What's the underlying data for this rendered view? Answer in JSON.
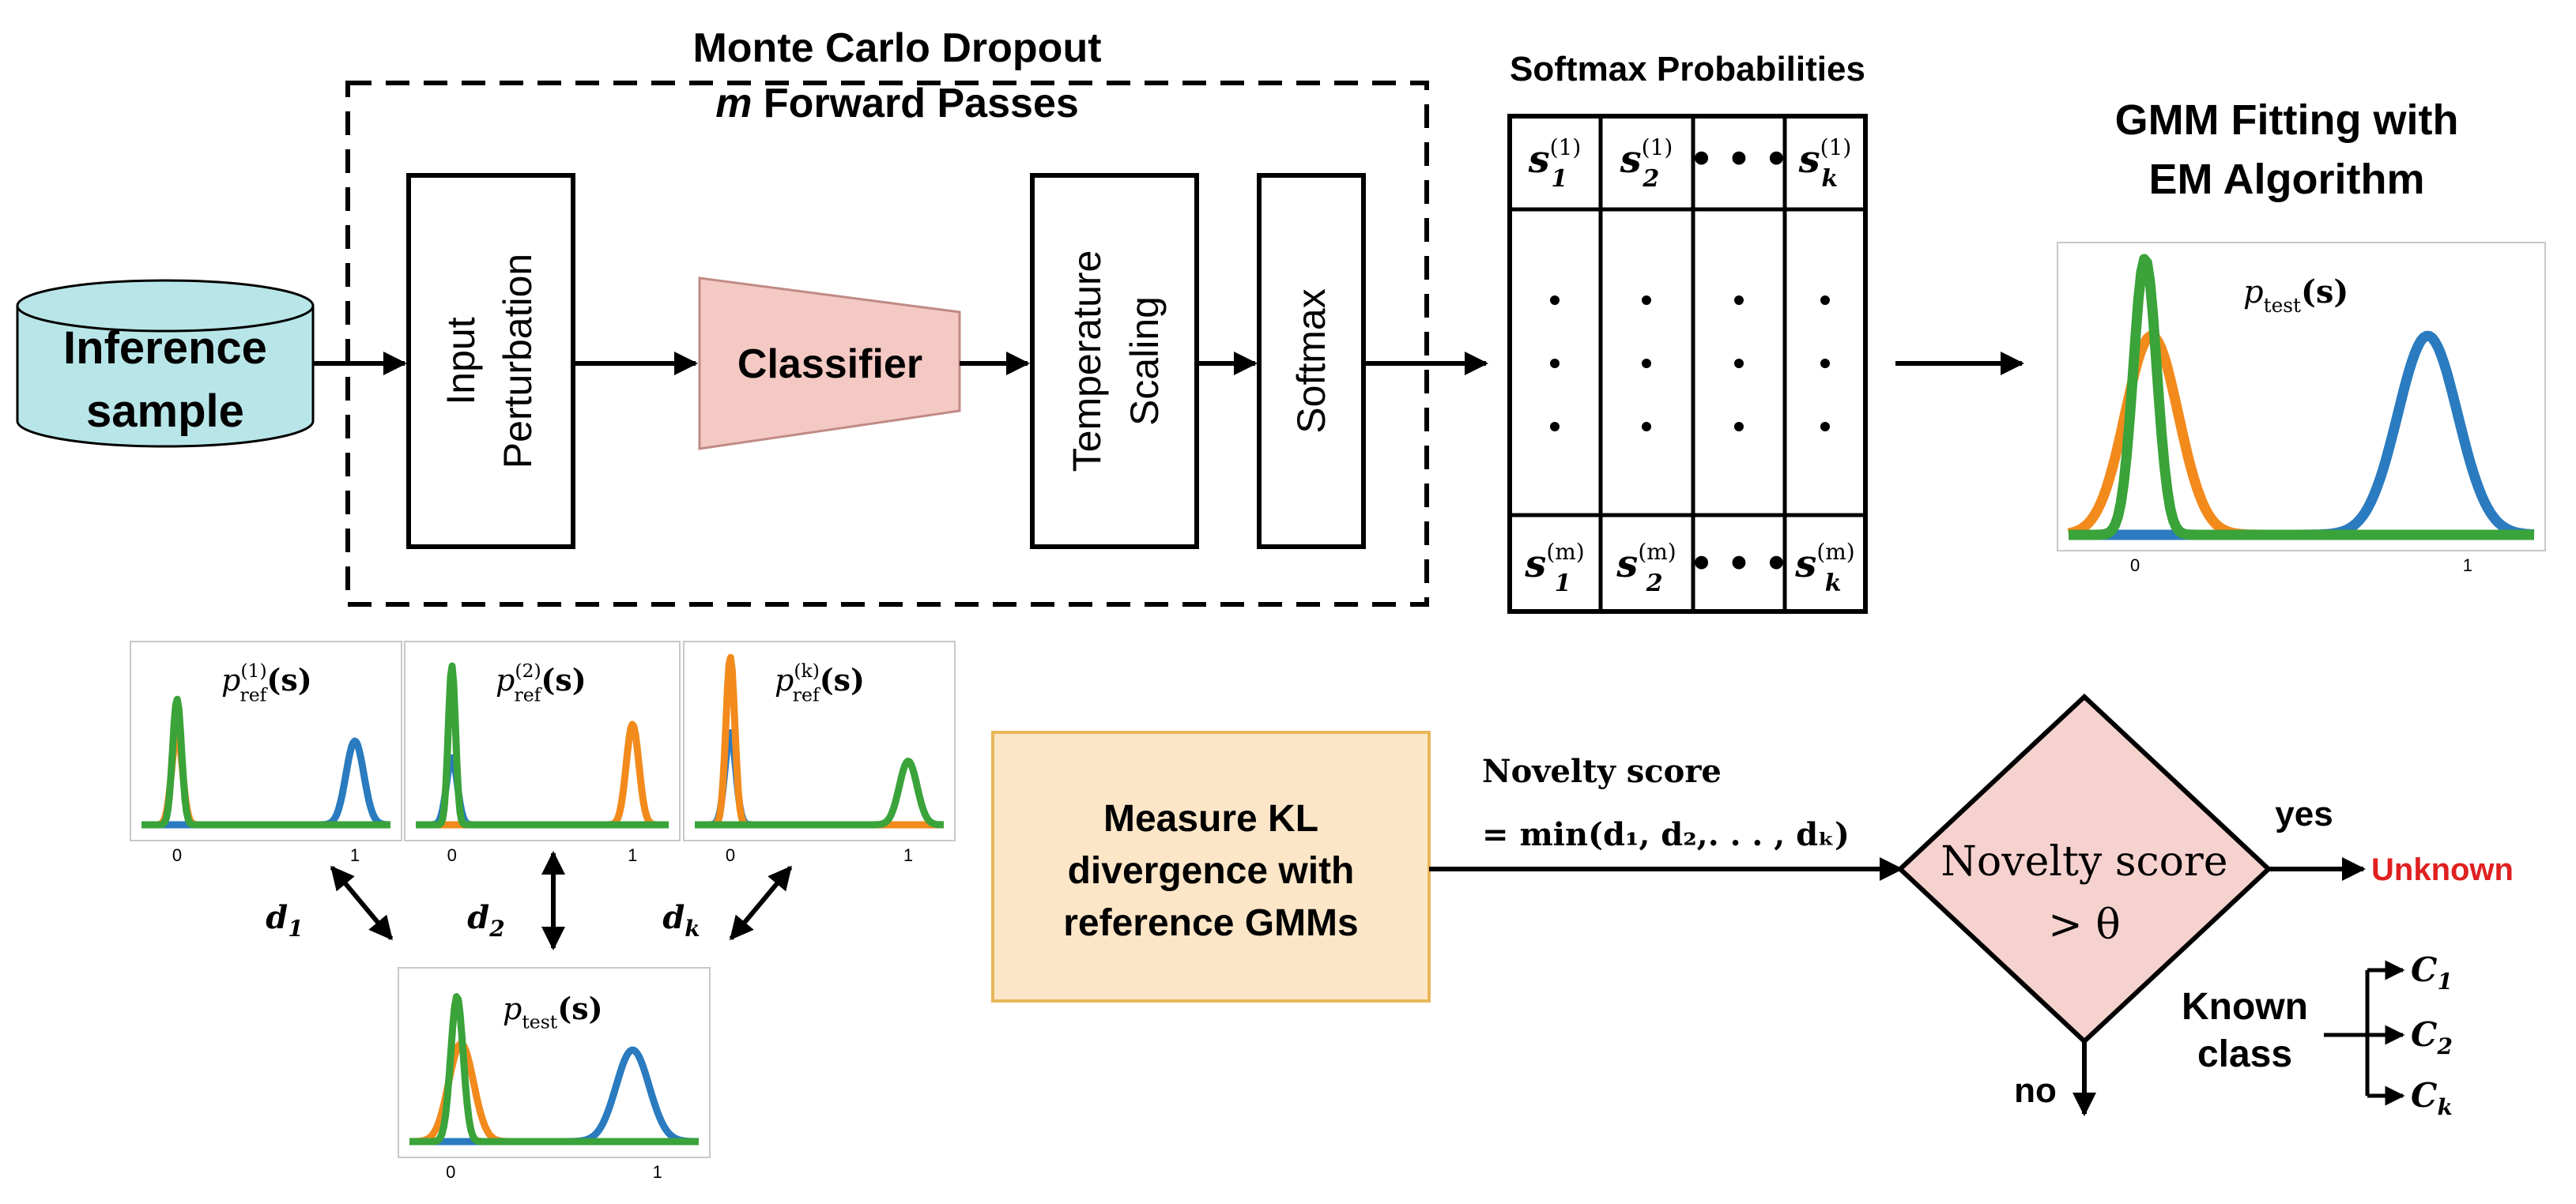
{
  "mc_dropout": {
    "title_line1": "Monte Carlo Dropout",
    "title_line2_m": "m",
    "title_line2_rest": " Forward Passes"
  },
  "inference": {
    "line1": "Inference",
    "line2": "sample"
  },
  "input_perturbation": {
    "line1": "Input",
    "line2": "Perturbation"
  },
  "classifier": {
    "label": "Classifier"
  },
  "temperature_scaling": {
    "line1": "Temperature",
    "line2": "Scaling"
  },
  "softmax": {
    "label": "Softmax"
  },
  "softmax_probs": {
    "title": "Softmax Probabilities",
    "row_first": [
      {
        "base": "s",
        "sub": "1",
        "sup": "(1)"
      },
      {
        "base": "s",
        "sub": "2",
        "sup": "(1)"
      },
      {
        "base": "• • •",
        "sub": "",
        "sup": ""
      },
      {
        "base": "s",
        "sub": "k",
        "sup": "(1)"
      }
    ],
    "row_last": [
      {
        "base": "s",
        "sub": "1",
        "sup": "(m)"
      },
      {
        "base": "s",
        "sub": "2",
        "sup": "(m)"
      },
      {
        "base": "• • •",
        "sub": "",
        "sup": ""
      },
      {
        "base": "s",
        "sub": "k",
        "sup": "(m)"
      }
    ]
  },
  "gmm_fitting": {
    "title_line1": "GMM Fitting with",
    "title_line2": "EM Algorithm",
    "plot_label_p": "p",
    "plot_label_sub": "test",
    "plot_label_arg": "(s)",
    "tick_0": "0",
    "tick_1": "1"
  },
  "reference_plots": [
    {
      "p": "p",
      "sup": "(1)",
      "sub": "ref",
      "arg": "(s)",
      "tick_0": "0",
      "tick_1": "1"
    },
    {
      "p": "p",
      "sup": "(2)",
      "sub": "ref",
      "arg": "(s)",
      "tick_0": "0",
      "tick_1": "1"
    },
    {
      "p": "p",
      "sup": "(k)",
      "sub": "ref",
      "arg": "(s)",
      "tick_0": "0",
      "tick_1": "1"
    }
  ],
  "test_plot": {
    "p": "p",
    "sub": "test",
    "arg": "(s)",
    "tick_0": "0",
    "tick_1": "1"
  },
  "distances": [
    {
      "d": "d",
      "sub": "1"
    },
    {
      "d": "d",
      "sub": "2"
    },
    {
      "d": "d",
      "sub": "k"
    }
  ],
  "kl_box": {
    "line1": "Measure KL",
    "line2": "divergence with",
    "line3": "reference GMMs"
  },
  "novelty": {
    "label_line1": "Novelty score",
    "label_line2": "= min(d₁, d₂,. . . , dₖ)"
  },
  "decision": {
    "line1": "Novelty score",
    "line2": "> θ",
    "yes": "yes",
    "no": "no",
    "unknown": "Unknown"
  },
  "known_class": {
    "line1": "Known",
    "line2": "class",
    "classes": [
      {
        "c": "C",
        "sub": "1"
      },
      {
        "c": "C",
        "sub": "2"
      },
      {
        "c": "C",
        "sub": "k"
      }
    ]
  },
  "colors": {
    "cylinder_fill": "#b8e6e8",
    "classifier_fill": "#f4c9c4",
    "kl_box_fill": "#fde6c8",
    "kl_box_stroke": "#e8b65a",
    "diamond_fill": "#f6d2ce",
    "unknown_text": "#e02020",
    "blue_curve": "#2a7bbf",
    "orange_curve": "#f28a1c",
    "green_curve": "#3aa33a"
  }
}
